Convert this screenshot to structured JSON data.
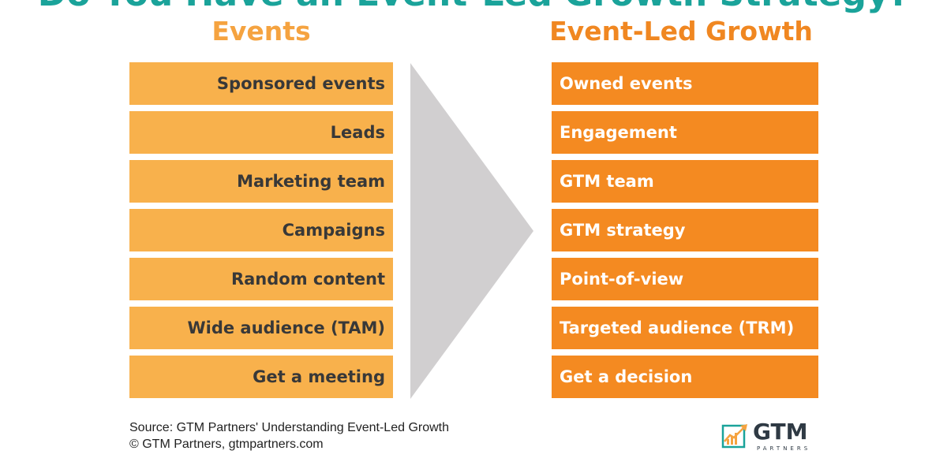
{
  "title": "Do You Have an Event-Led Growth Strategy?",
  "left_column": {
    "header": "Events",
    "items": [
      "Sponsored events",
      "Leads",
      "Marketing team",
      "Campaigns",
      "Random content",
      "Wide audience (TAM)",
      "Get a meeting"
    ]
  },
  "right_column": {
    "header": "Event-Led Growth",
    "items": [
      "Owned events",
      "Engagement",
      "GTM team",
      "GTM strategy",
      "Point-of-view",
      "Targeted audience (TRM)",
      "Get a decision"
    ]
  },
  "footer": {
    "source_line": "Source: GTM Partners' Understanding Event-Led Growth",
    "copyright_line": "© GTM Partners, gtmpartners.com"
  },
  "logo": {
    "wordmark": "GTM",
    "subtitle": "PARTNERS",
    "icon": "growth-chart-icon"
  },
  "colors": {
    "title": "#1aa39a",
    "left_header": "#f5a340",
    "right_header": "#f08721",
    "left_box": "#f8b14c",
    "right_box": "#f48a21",
    "arrow": "#d1cfd0",
    "left_text": "#383838",
    "right_text": "#ffffff"
  }
}
